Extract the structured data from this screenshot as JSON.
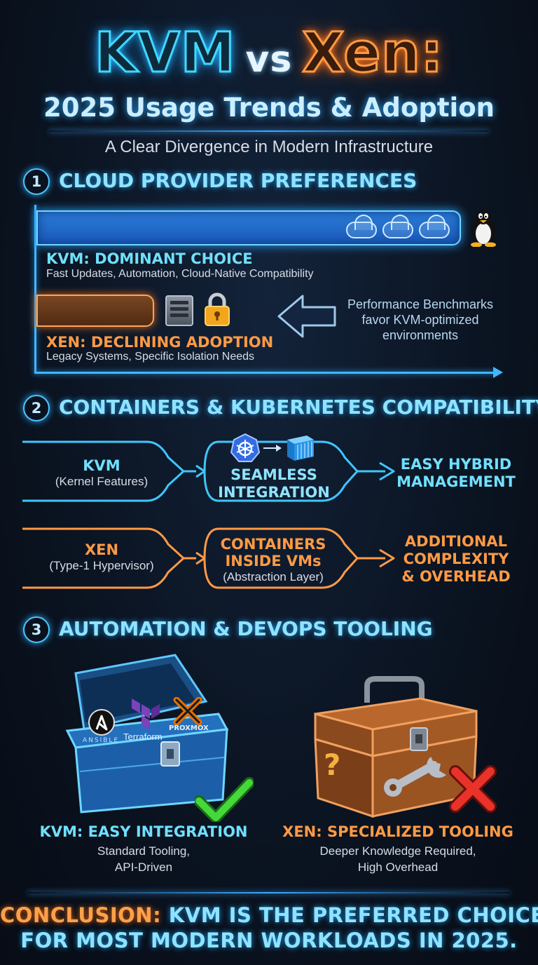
{
  "title": {
    "kvm": "KVM",
    "vs": "vs",
    "xen": "Xen:",
    "subtitle": "2025 Usage Trends & Adoption",
    "tagline": "A Clear Divergence in Modern Infrastructure"
  },
  "colors": {
    "kvm_accent": "#41d8ff",
    "xen_accent": "#ff9a45",
    "background": "#0b1422",
    "check_green": "#3fd23a",
    "cross_red": "#e8322a"
  },
  "section1": {
    "number": "1",
    "heading": "CLOUD PROVIDER PREFERENCES",
    "kvm_label": "KVM: DOMINANT CHOICE",
    "kvm_desc": "Fast Updates, Automation, Cloud-Native Compatibility",
    "xen_label": "XEN: DECLINING ADOPTION",
    "xen_desc": "Legacy Systems, Specific Isolation Needs",
    "benchmark_lines": [
      "Performance Benchmarks",
      "favor KVM-optimized",
      "environments"
    ],
    "icons": [
      "cloud-icon",
      "cloud-icon",
      "cloud-icon",
      "linux-penguin-icon",
      "server-icon",
      "lock-icon"
    ]
  },
  "section2": {
    "number": "2",
    "heading": "CONTAINERS & KUBERNETES COMPATIBILITY",
    "kvm_node": "KVM",
    "kvm_node_sub": "(Kernel Features)",
    "kvm_middle_lines": [
      "SEAMLESS",
      "INTEGRATION"
    ],
    "kvm_result_lines": [
      "EASY HYBRID",
      "MANAGEMENT"
    ],
    "xen_node": "XEN",
    "xen_node_sub": "(Type-1 Hypervisor)",
    "xen_middle_lines": [
      "CONTAINERS",
      "INSIDE VMs"
    ],
    "xen_middle_sub": "(Abstraction Layer)",
    "xen_result_lines": [
      "ADDITIONAL",
      "COMPLEXITY",
      "& OVERHEAD"
    ],
    "icons": [
      "kubernetes-icon",
      "container-icon"
    ]
  },
  "section3": {
    "number": "3",
    "heading": "AUTOMATION & DEVOPS TOOLING",
    "kvm_label": "KVM: EASY INTEGRATION",
    "kvm_desc_lines": [
      "Standard Tooling,",
      "API-Driven"
    ],
    "xen_label": "XEN: SPECIALIZED TOOLING",
    "xen_desc_lines": [
      "Deeper Knowledge Required,",
      "High Overhead"
    ],
    "logos": {
      "ansible": "ANSIBLE",
      "terraform": "Terraform",
      "proxmox": "PROXMOX"
    },
    "icons": [
      "toolbox-open-icon",
      "toolbox-closed-icon",
      "checkmark-icon",
      "cross-icon",
      "wrench-icon",
      "question-mark-icon"
    ]
  },
  "conclusion": {
    "lead": "CONCLUSION:",
    "line1_rest": "KVM IS THE PREFERRED CHOICE",
    "line2": "FOR MOST MODERN WORKLOADS IN 2025."
  }
}
